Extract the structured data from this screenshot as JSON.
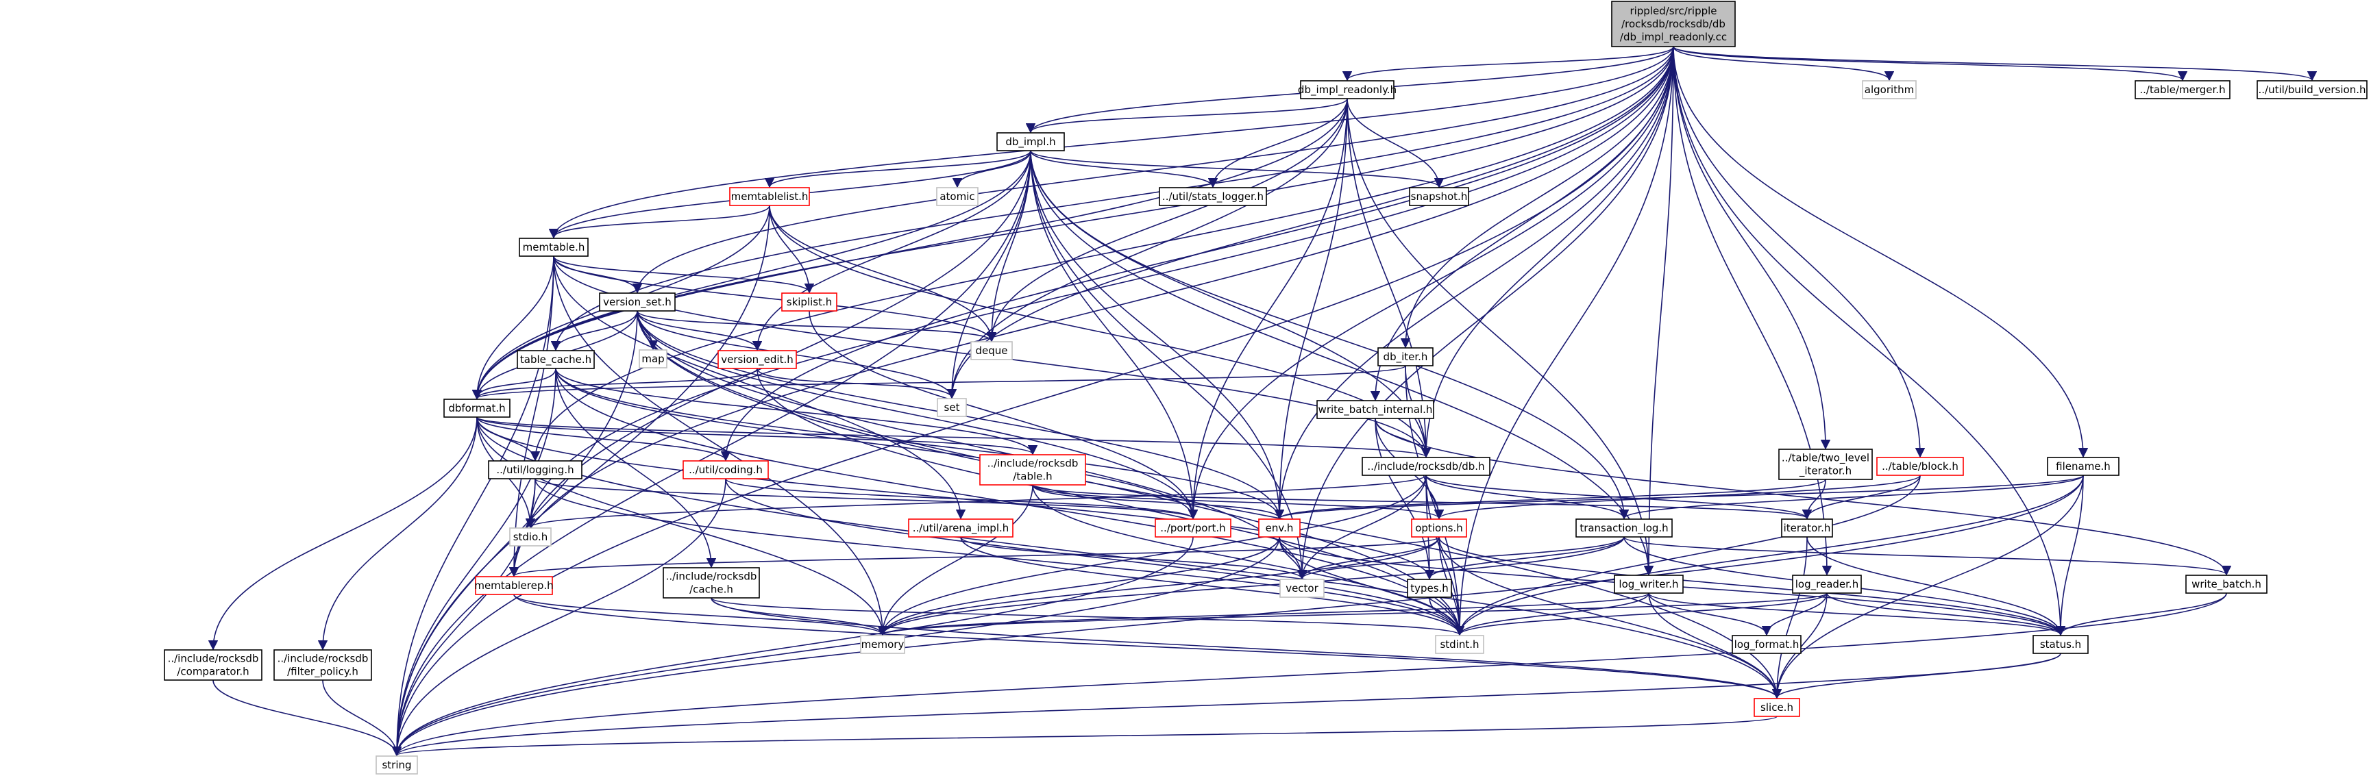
{
  "colors": {
    "edge": "#191970",
    "node_border": "#000000",
    "node_border_incomplete": "#ff0000",
    "node_border_leaf": "#bfbfbf",
    "root_fill": "#bfbfbf",
    "node_fill": "#ffffff"
  },
  "nodes": [
    {
      "id": "root",
      "lines": [
        "rippled/src/ripple",
        "/rocksdb/rocksdb/db",
        "/db_impl_readonly.cc"
      ],
      "style": "root"
    },
    {
      "id": "db_impl_readonly_h",
      "lines": [
        "db_impl_readonly.h"
      ],
      "style": "normal"
    },
    {
      "id": "db_impl_h",
      "lines": [
        "db_impl.h"
      ],
      "style": "normal"
    },
    {
      "id": "algorithm",
      "lines": [
        "algorithm"
      ],
      "style": "leaf"
    },
    {
      "id": "merger_h",
      "lines": [
        "../table/merger.h"
      ],
      "style": "normal"
    },
    {
      "id": "build_version_h",
      "lines": [
        "../util/build_version.h"
      ],
      "style": "normal"
    },
    {
      "id": "memtablelist_h",
      "lines": [
        "memtablelist.h"
      ],
      "style": "red"
    },
    {
      "id": "atomic",
      "lines": [
        "atomic"
      ],
      "style": "leaf"
    },
    {
      "id": "stats_logger_h",
      "lines": [
        "../util/stats_logger.h"
      ],
      "style": "normal"
    },
    {
      "id": "snapshot_h",
      "lines": [
        "snapshot.h"
      ],
      "style": "normal"
    },
    {
      "id": "memtable_h",
      "lines": [
        "memtable.h"
      ],
      "style": "normal"
    },
    {
      "id": "version_set_h",
      "lines": [
        "version_set.h"
      ],
      "style": "normal"
    },
    {
      "id": "skiplist_h",
      "lines": [
        "skiplist.h"
      ],
      "style": "red"
    },
    {
      "id": "deque",
      "lines": [
        "deque"
      ],
      "style": "leaf"
    },
    {
      "id": "map",
      "lines": [
        "map"
      ],
      "style": "leaf"
    },
    {
      "id": "version_edit_h",
      "lines": [
        "version_edit.h"
      ],
      "style": "red"
    },
    {
      "id": "table_cache_h",
      "lines": [
        "table_cache.h"
      ],
      "style": "normal"
    },
    {
      "id": "set",
      "lines": [
        "set"
      ],
      "style": "leaf"
    },
    {
      "id": "db_iter_h",
      "lines": [
        "db_iter.h"
      ],
      "style": "normal"
    },
    {
      "id": "dbformat_h",
      "lines": [
        "dbformat.h"
      ],
      "style": "normal"
    },
    {
      "id": "write_batch_internal_h",
      "lines": [
        "write_batch_internal.h"
      ],
      "style": "normal"
    },
    {
      "id": "rdb_db_h",
      "lines": [
        "../include/rocksdb/db.h"
      ],
      "style": "normal"
    },
    {
      "id": "two_level_iterator_h",
      "lines": [
        "../table/two_level",
        "_iterator.h"
      ],
      "style": "normal"
    },
    {
      "id": "table_block_h",
      "lines": [
        "../table/block.h"
      ],
      "style": "red"
    },
    {
      "id": "filename_h",
      "lines": [
        "filename.h"
      ],
      "style": "normal"
    },
    {
      "id": "logging_h",
      "lines": [
        "../util/logging.h"
      ],
      "style": "normal"
    },
    {
      "id": "coding_h",
      "lines": [
        "../util/coding.h"
      ],
      "style": "red"
    },
    {
      "id": "rdb_table_h",
      "lines": [
        "../include/rocksdb",
        "/table.h"
      ],
      "style": "red"
    },
    {
      "id": "port_h",
      "lines": [
        "../port/port.h"
      ],
      "style": "red"
    },
    {
      "id": "env_h",
      "lines": [
        "env.h"
      ],
      "style": "red"
    },
    {
      "id": "options_h",
      "lines": [
        "options.h"
      ],
      "style": "red"
    },
    {
      "id": "transaction_log_h",
      "lines": [
        "transaction_log.h"
      ],
      "style": "normal"
    },
    {
      "id": "iterator_h",
      "lines": [
        "iterator.h"
      ],
      "style": "normal"
    },
    {
      "id": "stdio_h",
      "lines": [
        "stdio.h"
      ],
      "style": "leaf"
    },
    {
      "id": "arena_impl_h",
      "lines": [
        "../util/arena_impl.h"
      ],
      "style": "red"
    },
    {
      "id": "memtablerep_h",
      "lines": [
        "memtablerep.h"
      ],
      "style": "red"
    },
    {
      "id": "rdb_cache_h",
      "lines": [
        "../include/rocksdb",
        "/cache.h"
      ],
      "style": "normal"
    },
    {
      "id": "types_h",
      "lines": [
        "types.h"
      ],
      "style": "normal"
    },
    {
      "id": "vector",
      "lines": [
        "vector"
      ],
      "style": "leaf"
    },
    {
      "id": "log_writer_h",
      "lines": [
        "log_writer.h"
      ],
      "style": "normal"
    },
    {
      "id": "log_reader_h",
      "lines": [
        "log_reader.h"
      ],
      "style": "normal"
    },
    {
      "id": "write_batch_h",
      "lines": [
        "write_batch.h"
      ],
      "style": "normal"
    },
    {
      "id": "memory",
      "lines": [
        "memory"
      ],
      "style": "leaf"
    },
    {
      "id": "log_format_h",
      "lines": [
        "log_format.h"
      ],
      "style": "normal"
    },
    {
      "id": "stdint_h",
      "lines": [
        "stdint.h"
      ],
      "style": "leaf"
    },
    {
      "id": "status_h",
      "lines": [
        "status.h"
      ],
      "style": "normal"
    },
    {
      "id": "comparator_h",
      "lines": [
        "../include/rocksdb",
        "/comparator.h"
      ],
      "style": "normal"
    },
    {
      "id": "filter_policy_h",
      "lines": [
        "../include/rocksdb",
        "/filter_policy.h"
      ],
      "style": "normal"
    },
    {
      "id": "slice_h",
      "lines": [
        "slice.h"
      ],
      "style": "red"
    },
    {
      "id": "string",
      "lines": [
        "string"
      ],
      "style": "leaf"
    }
  ],
  "edges": [
    [
      "root",
      "db_impl_readonly_h"
    ],
    [
      "root",
      "db_impl_h"
    ],
    [
      "root",
      "algorithm"
    ],
    [
      "root",
      "merger_h"
    ],
    [
      "root",
      "build_version_h"
    ],
    [
      "root",
      "memtable_h"
    ],
    [
      "root",
      "version_set_h"
    ],
    [
      "root",
      "table_cache_h"
    ],
    [
      "root",
      "db_iter_h"
    ],
    [
      "root",
      "write_batch_internal_h"
    ],
    [
      "root",
      "rdb_db_h"
    ],
    [
      "root",
      "two_level_iterator_h"
    ],
    [
      "root",
      "table_block_h"
    ],
    [
      "root",
      "filename_h"
    ],
    [
      "root",
      "dbformat_h"
    ],
    [
      "root",
      "logging_h"
    ],
    [
      "root",
      "coding_h"
    ],
    [
      "root",
      "env_h"
    ],
    [
      "root",
      "port_h"
    ],
    [
      "root",
      "log_writer_h"
    ],
    [
      "root",
      "log_reader_h"
    ],
    [
      "root",
      "status_h"
    ],
    [
      "root",
      "stdio_h"
    ],
    [
      "root",
      "set"
    ],
    [
      "root",
      "vector"
    ],
    [
      "root",
      "string"
    ],
    [
      "root",
      "stdint_h"
    ],
    [
      "root",
      "memtablerep_h"
    ],
    [
      "db_impl_readonly_h",
      "db_impl_h"
    ],
    [
      "db_impl_readonly_h",
      "dbformat_h"
    ],
    [
      "db_impl_readonly_h",
      "stats_logger_h"
    ],
    [
      "db_impl_readonly_h",
      "snapshot_h"
    ],
    [
      "db_impl_readonly_h",
      "rdb_db_h"
    ],
    [
      "db_impl_readonly_h",
      "deque"
    ],
    [
      "db_impl_readonly_h",
      "set"
    ],
    [
      "db_impl_readonly_h",
      "env_h"
    ],
    [
      "db_impl_readonly_h",
      "port_h"
    ],
    [
      "db_impl_readonly_h",
      "log_writer_h"
    ],
    [
      "db_impl_h",
      "memtablelist_h"
    ],
    [
      "db_impl_h",
      "atomic"
    ],
    [
      "db_impl_h",
      "stats_logger_h"
    ],
    [
      "db_impl_h",
      "snapshot_h"
    ],
    [
      "db_impl_h",
      "deque"
    ],
    [
      "db_impl_h",
      "set"
    ],
    [
      "db_impl_h",
      "version_edit_h"
    ],
    [
      "db_impl_h",
      "dbformat_h"
    ],
    [
      "db_impl_h",
      "rdb_db_h"
    ],
    [
      "db_impl_h",
      "env_h"
    ],
    [
      "db_impl_h",
      "port_h"
    ],
    [
      "db_impl_h",
      "log_writer_h"
    ],
    [
      "db_impl_h",
      "transaction_log_h"
    ],
    [
      "db_impl_h",
      "memtable_h"
    ],
    [
      "db_impl_h",
      "vector"
    ],
    [
      "db_impl_h",
      "string"
    ],
    [
      "db_impl_h",
      "memtablerep_h"
    ],
    [
      "memtablelist_h",
      "memtable_h"
    ],
    [
      "memtablelist_h",
      "skiplist_h"
    ],
    [
      "memtablelist_h",
      "deque"
    ],
    [
      "memtablelist_h",
      "dbformat_h"
    ],
    [
      "memtablelist_h",
      "rdb_db_h"
    ],
    [
      "memtablelist_h",
      "string"
    ],
    [
      "memtable_h",
      "version_set_h"
    ],
    [
      "memtable_h",
      "dbformat_h"
    ],
    [
      "memtable_h",
      "skiplist_h"
    ],
    [
      "memtable_h",
      "rdb_db_h"
    ],
    [
      "memtable_h",
      "arena_impl_h"
    ],
    [
      "memtable_h",
      "memtablerep_h"
    ],
    [
      "memtable_h",
      "deque"
    ],
    [
      "memtable_h",
      "memory"
    ],
    [
      "memtable_h",
      "string"
    ],
    [
      "version_set_h",
      "map"
    ],
    [
      "version_set_h",
      "set"
    ],
    [
      "version_set_h",
      "deque"
    ],
    [
      "version_set_h",
      "vector"
    ],
    [
      "version_set_h",
      "version_edit_h"
    ],
    [
      "version_set_h",
      "table_cache_h"
    ],
    [
      "version_set_h",
      "dbformat_h"
    ],
    [
      "version_set_h",
      "port_h"
    ],
    [
      "version_set_h",
      "env_h"
    ],
    [
      "version_set_h",
      "stdint_h"
    ],
    [
      "version_set_h",
      "slice_h"
    ],
    [
      "version_set_h",
      "string"
    ],
    [
      "skiplist_h",
      "port_h"
    ],
    [
      "version_edit_h",
      "set"
    ],
    [
      "version_edit_h",
      "dbformat_h"
    ],
    [
      "version_edit_h",
      "stdint_h"
    ],
    [
      "table_cache_h",
      "dbformat_h"
    ],
    [
      "table_cache_h",
      "rdb_cache_h"
    ],
    [
      "table_cache_h",
      "rdb_table_h"
    ],
    [
      "table_cache_h",
      "port_h"
    ],
    [
      "table_cache_h",
      "env_h"
    ],
    [
      "table_cache_h",
      "stdint_h"
    ],
    [
      "table_cache_h",
      "string"
    ],
    [
      "db_iter_h",
      "dbformat_h"
    ],
    [
      "db_iter_h",
      "rdb_db_h"
    ],
    [
      "db_iter_h",
      "stdint_h"
    ],
    [
      "dbformat_h",
      "comparator_h"
    ],
    [
      "dbformat_h",
      "filter_policy_h"
    ],
    [
      "dbformat_h",
      "logging_h"
    ],
    [
      "dbformat_h",
      "coding_h"
    ],
    [
      "dbformat_h",
      "rdb_table_h"
    ],
    [
      "dbformat_h",
      "rdb_db_h"
    ],
    [
      "dbformat_h",
      "slice_h"
    ],
    [
      "dbformat_h",
      "stdio_h"
    ],
    [
      "dbformat_h",
      "types_h"
    ],
    [
      "dbformat_h",
      "memory"
    ],
    [
      "write_batch_internal_h",
      "rdb_db_h"
    ],
    [
      "write_batch_internal_h",
      "write_batch_h"
    ],
    [
      "write_batch_internal_h",
      "options_h"
    ],
    [
      "write_batch_internal_h",
      "types_h"
    ],
    [
      "rdb_db_h",
      "stdint_h"
    ],
    [
      "rdb_db_h",
      "stdio_h"
    ],
    [
      "rdb_db_h",
      "memory"
    ],
    [
      "rdb_db_h",
      "vector"
    ],
    [
      "rdb_db_h",
      "iterator_h"
    ],
    [
      "rdb_db_h",
      "options_h"
    ],
    [
      "rdb_db_h",
      "types_h"
    ],
    [
      "rdb_db_h",
      "transaction_log_h"
    ],
    [
      "two_level_iterator_h",
      "iterator_h"
    ],
    [
      "two_level_iterator_h",
      "env_h"
    ],
    [
      "table_block_h",
      "iterator_h"
    ],
    [
      "table_block_h",
      "stdint_h"
    ],
    [
      "table_block_h",
      "options_h"
    ],
    [
      "filename_h",
      "status_h"
    ],
    [
      "filename_h",
      "slice_h"
    ],
    [
      "filename_h",
      "string"
    ],
    [
      "filename_h",
      "stdint_h"
    ],
    [
      "filename_h",
      "env_h"
    ],
    [
      "filename_h",
      "transaction_log_h"
    ],
    [
      "logging_h",
      "stdio_h"
    ],
    [
      "logging_h",
      "stdint_h"
    ],
    [
      "logging_h",
      "string"
    ],
    [
      "logging_h",
      "port_h"
    ],
    [
      "coding_h",
      "string"
    ],
    [
      "coding_h",
      "port_h"
    ],
    [
      "coding_h",
      "stdint_h"
    ],
    [
      "rdb_table_h",
      "memory"
    ],
    [
      "rdb_table_h",
      "stdint_h"
    ],
    [
      "rdb_table_h",
      "iterator_h"
    ],
    [
      "rdb_table_h",
      "env_h"
    ],
    [
      "rdb_table_h",
      "options_h"
    ],
    [
      "port_h",
      "string"
    ],
    [
      "env_h",
      "memory"
    ],
    [
      "env_h",
      "vector"
    ],
    [
      "env_h",
      "stdint_h"
    ],
    [
      "env_h",
      "status_h"
    ],
    [
      "env_h",
      "string"
    ],
    [
      "options_h",
      "memtablerep_h"
    ],
    [
      "options_h",
      "vector"
    ],
    [
      "options_h",
      "stdint_h"
    ],
    [
      "options_h",
      "memory"
    ],
    [
      "options_h",
      "slice_h"
    ],
    [
      "options_h",
      "status_h"
    ],
    [
      "transaction_log_h",
      "status_h"
    ],
    [
      "transaction_log_h",
      "types_h"
    ],
    [
      "transaction_log_h",
      "write_batch_h"
    ],
    [
      "transaction_log_h",
      "memory"
    ],
    [
      "transaction_log_h",
      "vector"
    ],
    [
      "iterator_h",
      "slice_h"
    ],
    [
      "iterator_h",
      "status_h"
    ],
    [
      "arena_impl_h",
      "stdint_h"
    ],
    [
      "arena_impl_h",
      "vector"
    ],
    [
      "memtablerep_h",
      "memory"
    ],
    [
      "memtablerep_h",
      "slice_h"
    ],
    [
      "rdb_cache_h",
      "memory"
    ],
    [
      "rdb_cache_h",
      "stdint_h"
    ],
    [
      "rdb_cache_h",
      "slice_h"
    ],
    [
      "types_h",
      "stdint_h"
    ],
    [
      "log_writer_h",
      "log_format_h"
    ],
    [
      "log_writer_h",
      "slice_h"
    ],
    [
      "log_writer_h",
      "status_h"
    ],
    [
      "log_writer_h",
      "memory"
    ],
    [
      "log_writer_h",
      "stdint_h"
    ],
    [
      "log_reader_h",
      "log_format_h"
    ],
    [
      "log_reader_h",
      "slice_h"
    ],
    [
      "log_reader_h",
      "status_h"
    ],
    [
      "log_reader_h",
      "memory"
    ],
    [
      "log_reader_h",
      "stdint_h"
    ],
    [
      "write_batch_h",
      "status_h"
    ],
    [
      "write_batch_h",
      "string"
    ],
    [
      "status_h",
      "slice_h"
    ],
    [
      "status_h",
      "string"
    ],
    [
      "comparator_h",
      "string"
    ],
    [
      "filter_policy_h",
      "string"
    ],
    [
      "slice_h",
      "string"
    ]
  ]
}
